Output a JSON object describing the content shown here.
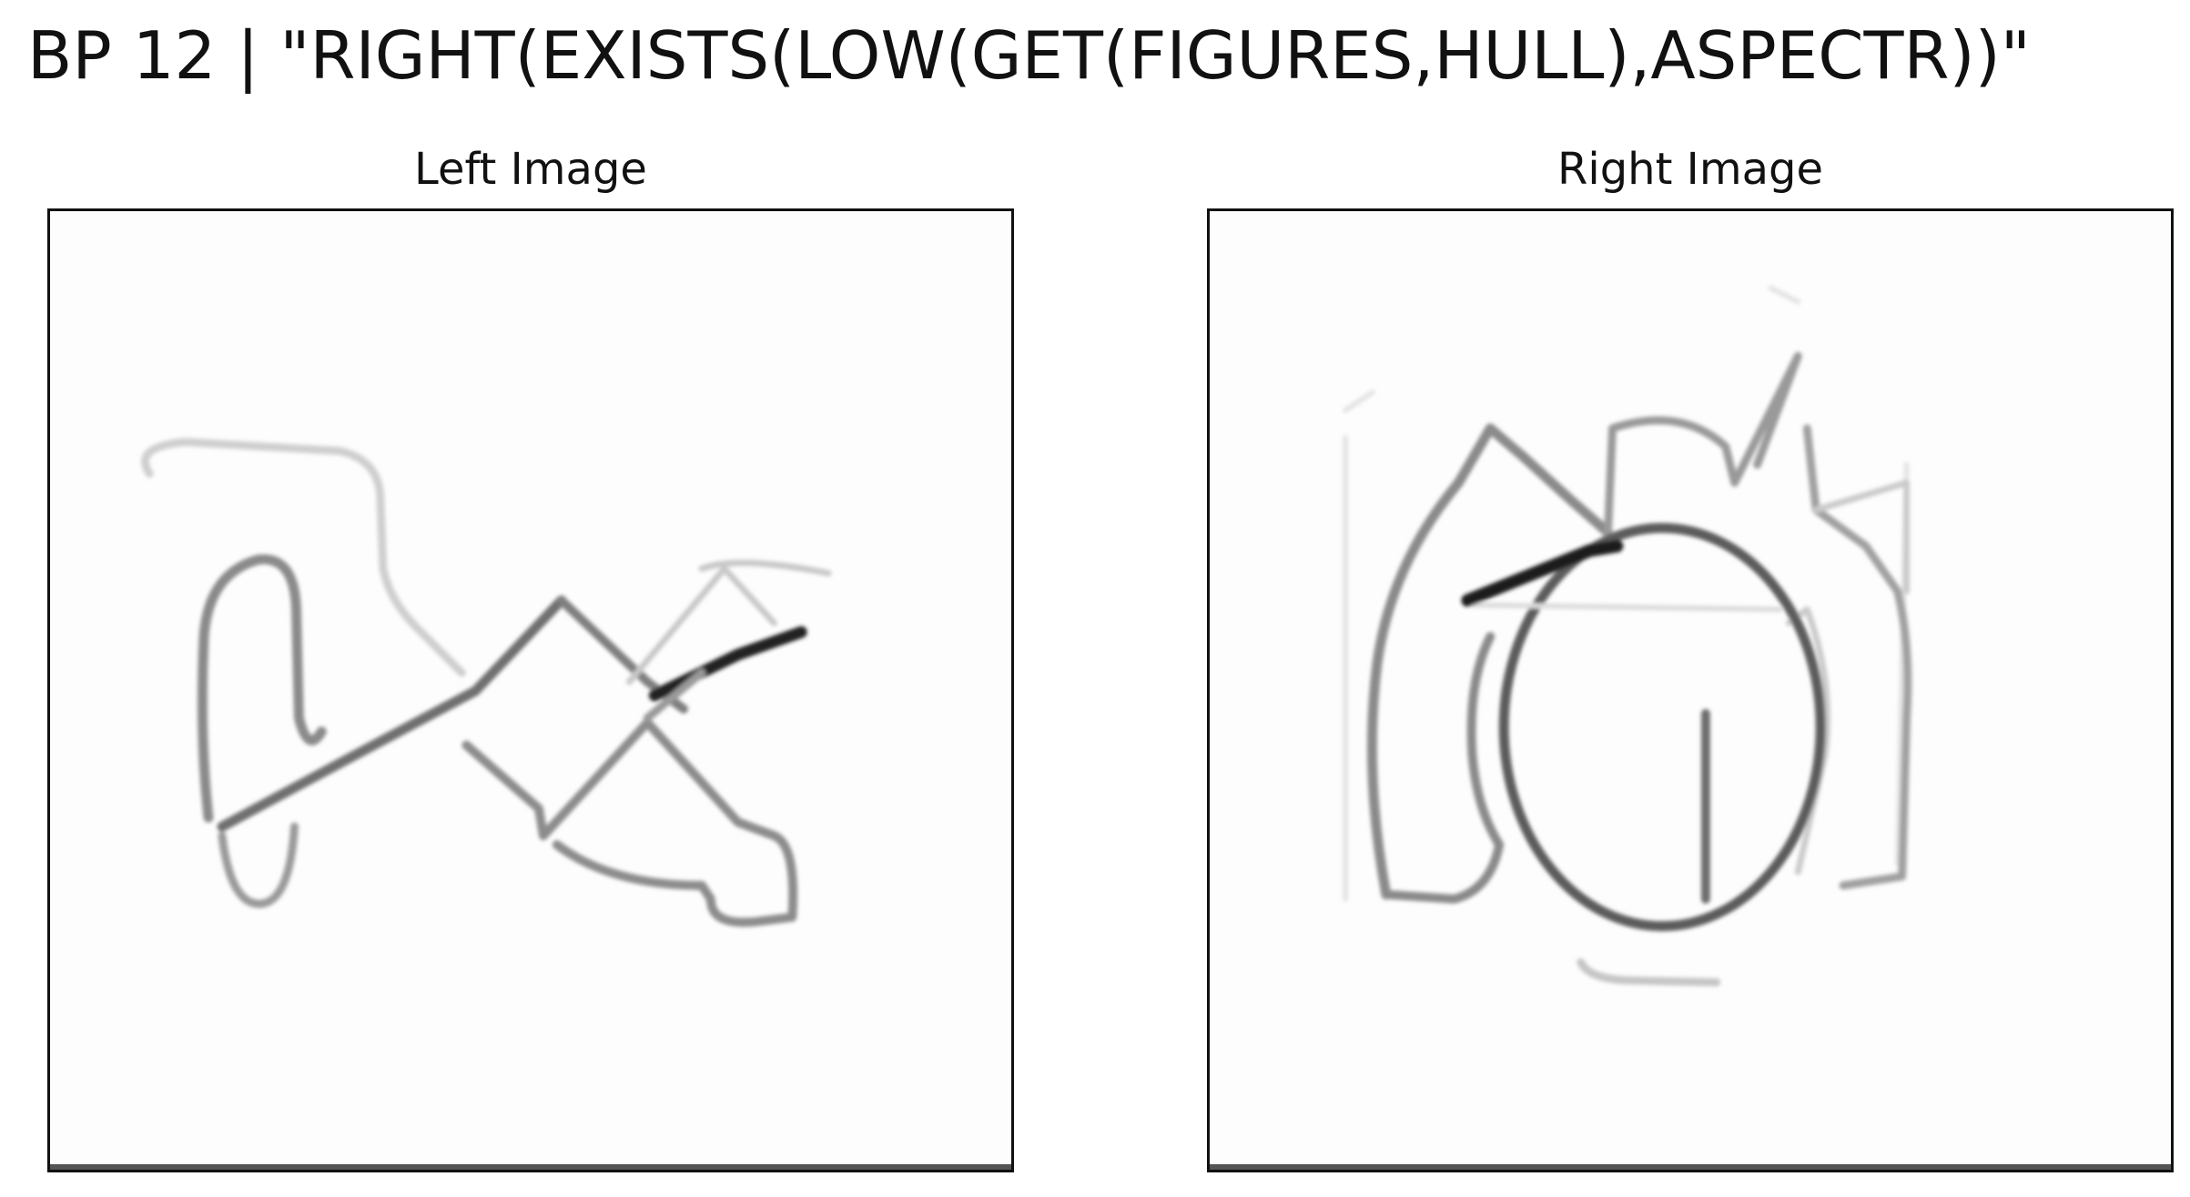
{
  "suptitle": "BP 12 | \"RIGHT(EXISTS(LOW(GET(FIGURES,HULL),ASPECTR))\"",
  "panels": {
    "left": {
      "title": "Left Image"
    },
    "right": {
      "title": "Right Image"
    }
  },
  "colors": {
    "background": "#ffffff",
    "frame": "#111111",
    "stroke_dark": "#222222",
    "stroke_mid": "#777777",
    "stroke_light": "#cfcfcf"
  }
}
